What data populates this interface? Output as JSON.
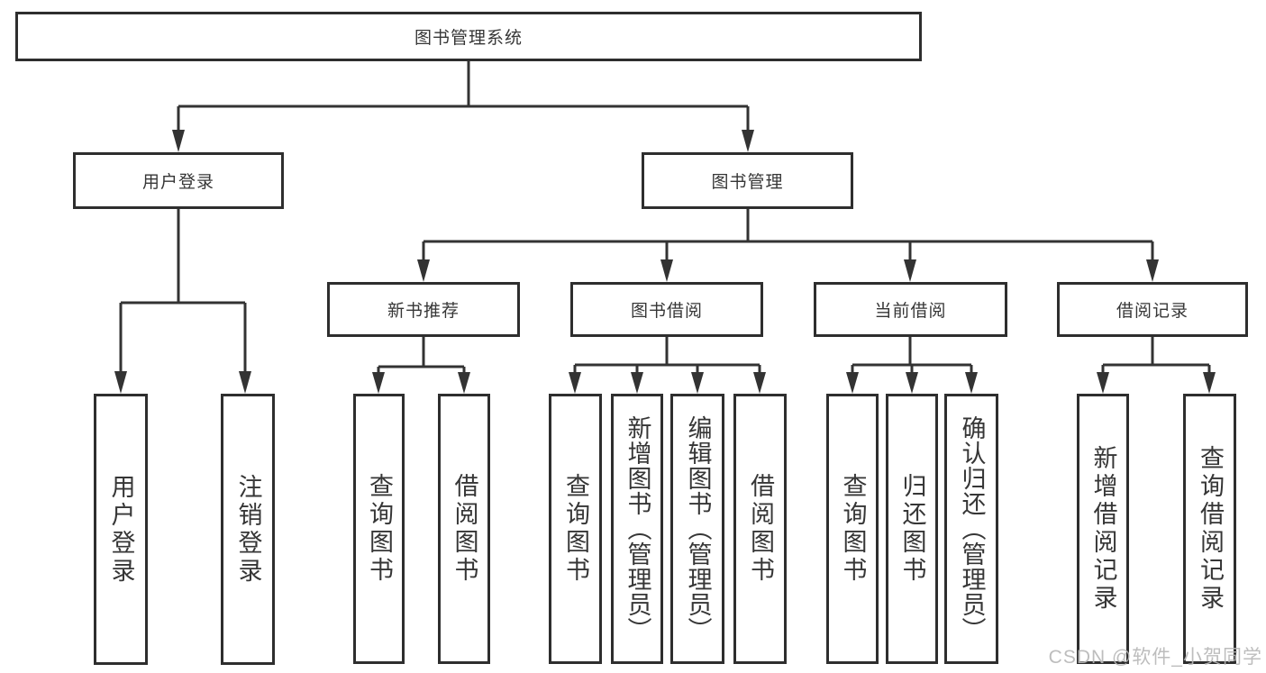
{
  "root": {
    "label": "图书管理系统"
  },
  "level2": [
    {
      "label": "用户登录",
      "children": [
        {
          "label": "用户登录"
        },
        {
          "label": "注销登录"
        }
      ]
    },
    {
      "label": "图书管理"
    }
  ],
  "level3": [
    {
      "label": "新书推荐",
      "children": [
        {
          "label": "查询图书"
        },
        {
          "label": "借阅图书"
        }
      ]
    },
    {
      "label": "图书借阅",
      "children": [
        {
          "label": "查询图书"
        },
        {
          "label": "新增图书（管理员）"
        },
        {
          "label": "编辑图书（管理员）"
        },
        {
          "label": "借阅图书"
        }
      ]
    },
    {
      "label": "当前借阅",
      "children": [
        {
          "label": "查询图书"
        },
        {
          "label": "归还图书"
        },
        {
          "label": "确认归还（管理员）"
        }
      ]
    },
    {
      "label": "借阅记录",
      "children": [
        {
          "label": "新增借阅记录"
        },
        {
          "label": "查询借阅记录"
        }
      ]
    }
  ],
  "watermark": "CSDN @软件_小贺同学",
  "colors": {
    "line": "#333333",
    "box_border": "#2e2e2e",
    "text": "#363636",
    "watermark": "#b7b7b7",
    "background": "#ffffff"
  }
}
